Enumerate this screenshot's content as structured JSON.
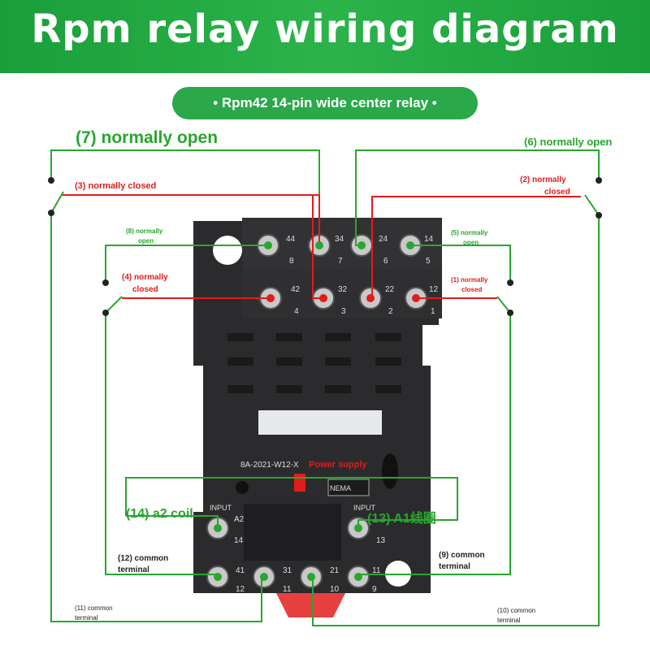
{
  "header": {
    "title": "Rpm relay wiring diagram"
  },
  "subtitle": "• Rpm42 14-pin wide center relay •",
  "labels": {
    "no7": "(7) normally open",
    "nc3": "(3) normally closed",
    "no6": "(6) normally open",
    "nc2_a": "(2) normally",
    "nc2_b": "closed",
    "no8_a": "(8) normally",
    "no8_b": "open",
    "nc4_a": "(4) normally",
    "nc4_b": "closed",
    "no5_a": "(5) normally",
    "no5_b": "open",
    "nc1_a": "(1) normally",
    "nc1_b": "closed",
    "power": "Power supply",
    "a2coil": "(14) a2 coil",
    "a1coil": "(13) A1线圈",
    "c12_a": "(12) common",
    "c12_b": "terminal",
    "c9_a": "(9) common",
    "c9_b": "terminal",
    "c11_a": "(11) common",
    "c11_b": "terminal",
    "c10_a": "(10) common",
    "c10_b": "terminal"
  },
  "socket": {
    "model": "8A-2021-W12-X",
    "nema": "NEMA",
    "input_left": "INPUT",
    "input_right": "INPUT",
    "a2": "A2",
    "num_14": "14",
    "num_13": "13",
    "top_row_upper": [
      "44",
      "34",
      "24",
      "14"
    ],
    "top_row_lower": [
      "8",
      "7",
      "6",
      "5"
    ],
    "second_row_upper": [
      "42",
      "32",
      "22",
      "12"
    ],
    "second_row_lower": [
      "4",
      "3",
      "2",
      "1"
    ],
    "bottom_upper": [
      "41",
      "31",
      "21",
      "11"
    ],
    "bottom_lower": [
      "12",
      "11",
      "10",
      "9"
    ]
  },
  "colors": {
    "green": "#2aa52f",
    "red": "#e31b1b",
    "socket": "#2b2b2d",
    "header": "#22a540"
  }
}
